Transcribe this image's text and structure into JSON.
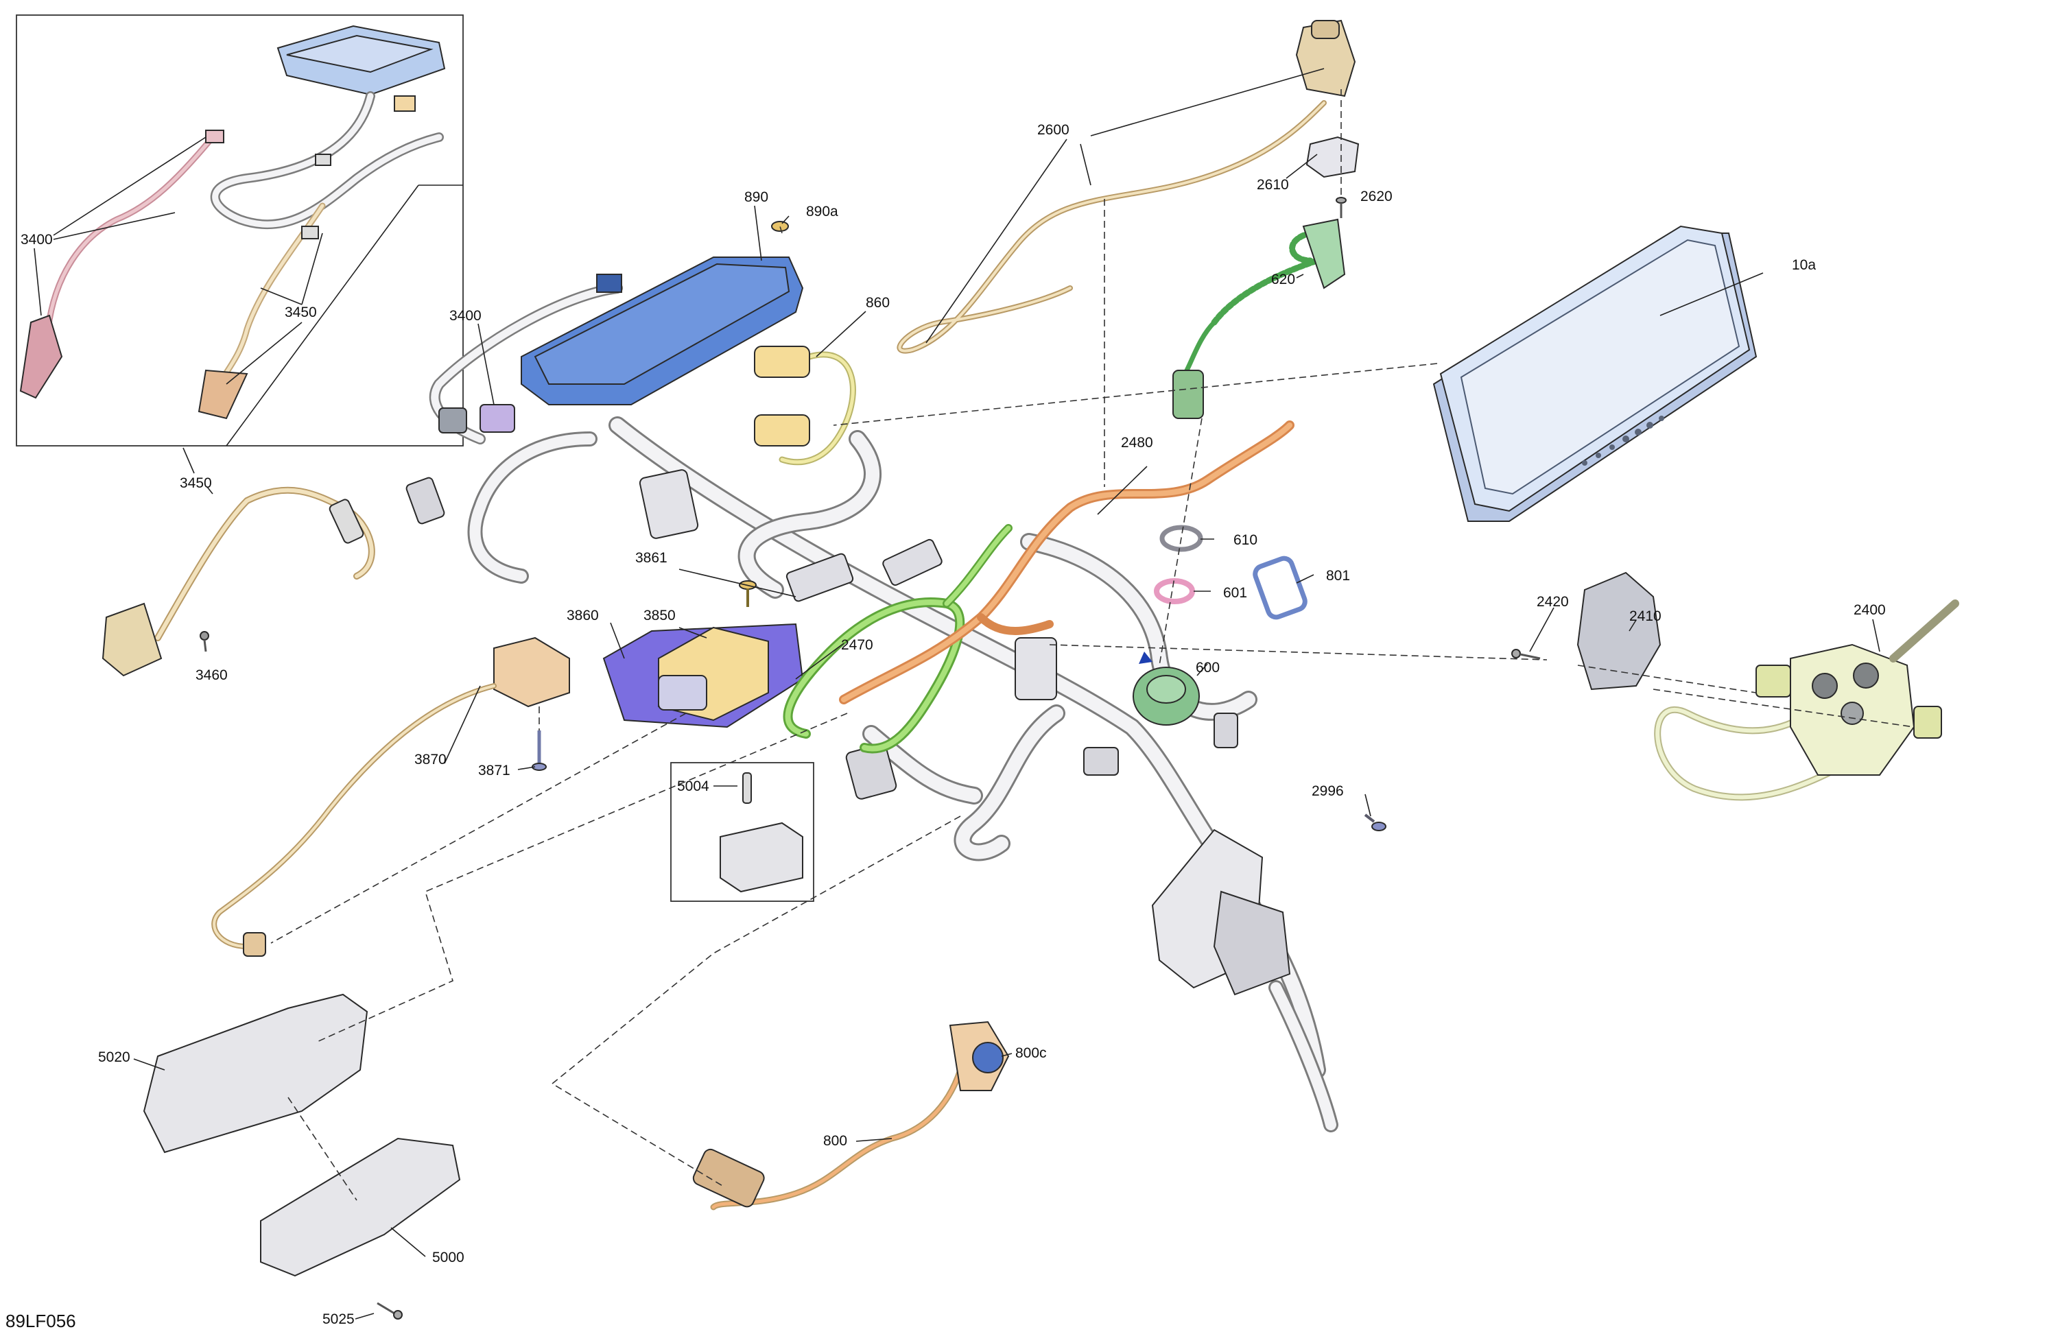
{
  "diagram": {
    "document_code": "89LF056",
    "callouts": [
      "3400",
      "3400",
      "3450",
      "3450",
      "3460",
      "890",
      "890a",
      "860",
      "2600",
      "2610",
      "2620",
      "620",
      "10a",
      "2480",
      "610",
      "601",
      "801",
      "3861",
      "3860",
      "3850",
      "2470",
      "600",
      "2420",
      "2410",
      "2400",
      "3870",
      "3871",
      "5004",
      "2996",
      "5020",
      "800c",
      "800",
      "5000",
      "5025"
    ],
    "colors": {
      "module_blue": "#5b86d6",
      "module_light_blue": "#b7cdee",
      "harness_green": "#8fd45a",
      "harness_orange": "#f2b27a",
      "harness_tan": "#ecd9b0",
      "harness_pink": "#e9c1c8",
      "connector_purple": "#7b6ee0",
      "relay_yellow": "#f5dc98",
      "sensor_green": "#86c28e",
      "display_blue": "#dbe6f7",
      "switch_yellow": "#eef2cf",
      "ring_pink": "#f0b8d2",
      "gasket_blue": "#8aa2d8",
      "sensor_tan": "#efcfa7"
    }
  }
}
